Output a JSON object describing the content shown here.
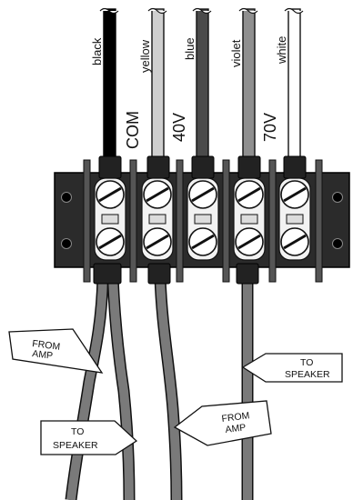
{
  "wire_leads": [
    {
      "label": "black"
    },
    {
      "label": "yellow"
    },
    {
      "label": "blue"
    },
    {
      "label": "violet"
    },
    {
      "label": "white"
    }
  ],
  "taps": [
    {
      "label": "COM"
    },
    {
      "label": "40V"
    },
    {
      "label": "70V"
    }
  ],
  "callouts": {
    "from_amp_left": {
      "line1": "FROM",
      "line2": "AMP"
    },
    "to_speaker_left": {
      "line1": "TO",
      "line2": "SPEAKER"
    },
    "from_amp_right": {
      "line1": "FROM",
      "line2": "AMP"
    },
    "to_speaker_right": {
      "line1": "TO",
      "line2": "SPEAKER"
    }
  },
  "colors": {
    "black": "#000000",
    "yellow": "#cfcfcf",
    "blue": "#4a4a4a",
    "violet": "#8f8f8f",
    "white": "#ffffff",
    "terminal_block": "#2b2b2b",
    "speaker_cable": "#7a7a7a"
  }
}
